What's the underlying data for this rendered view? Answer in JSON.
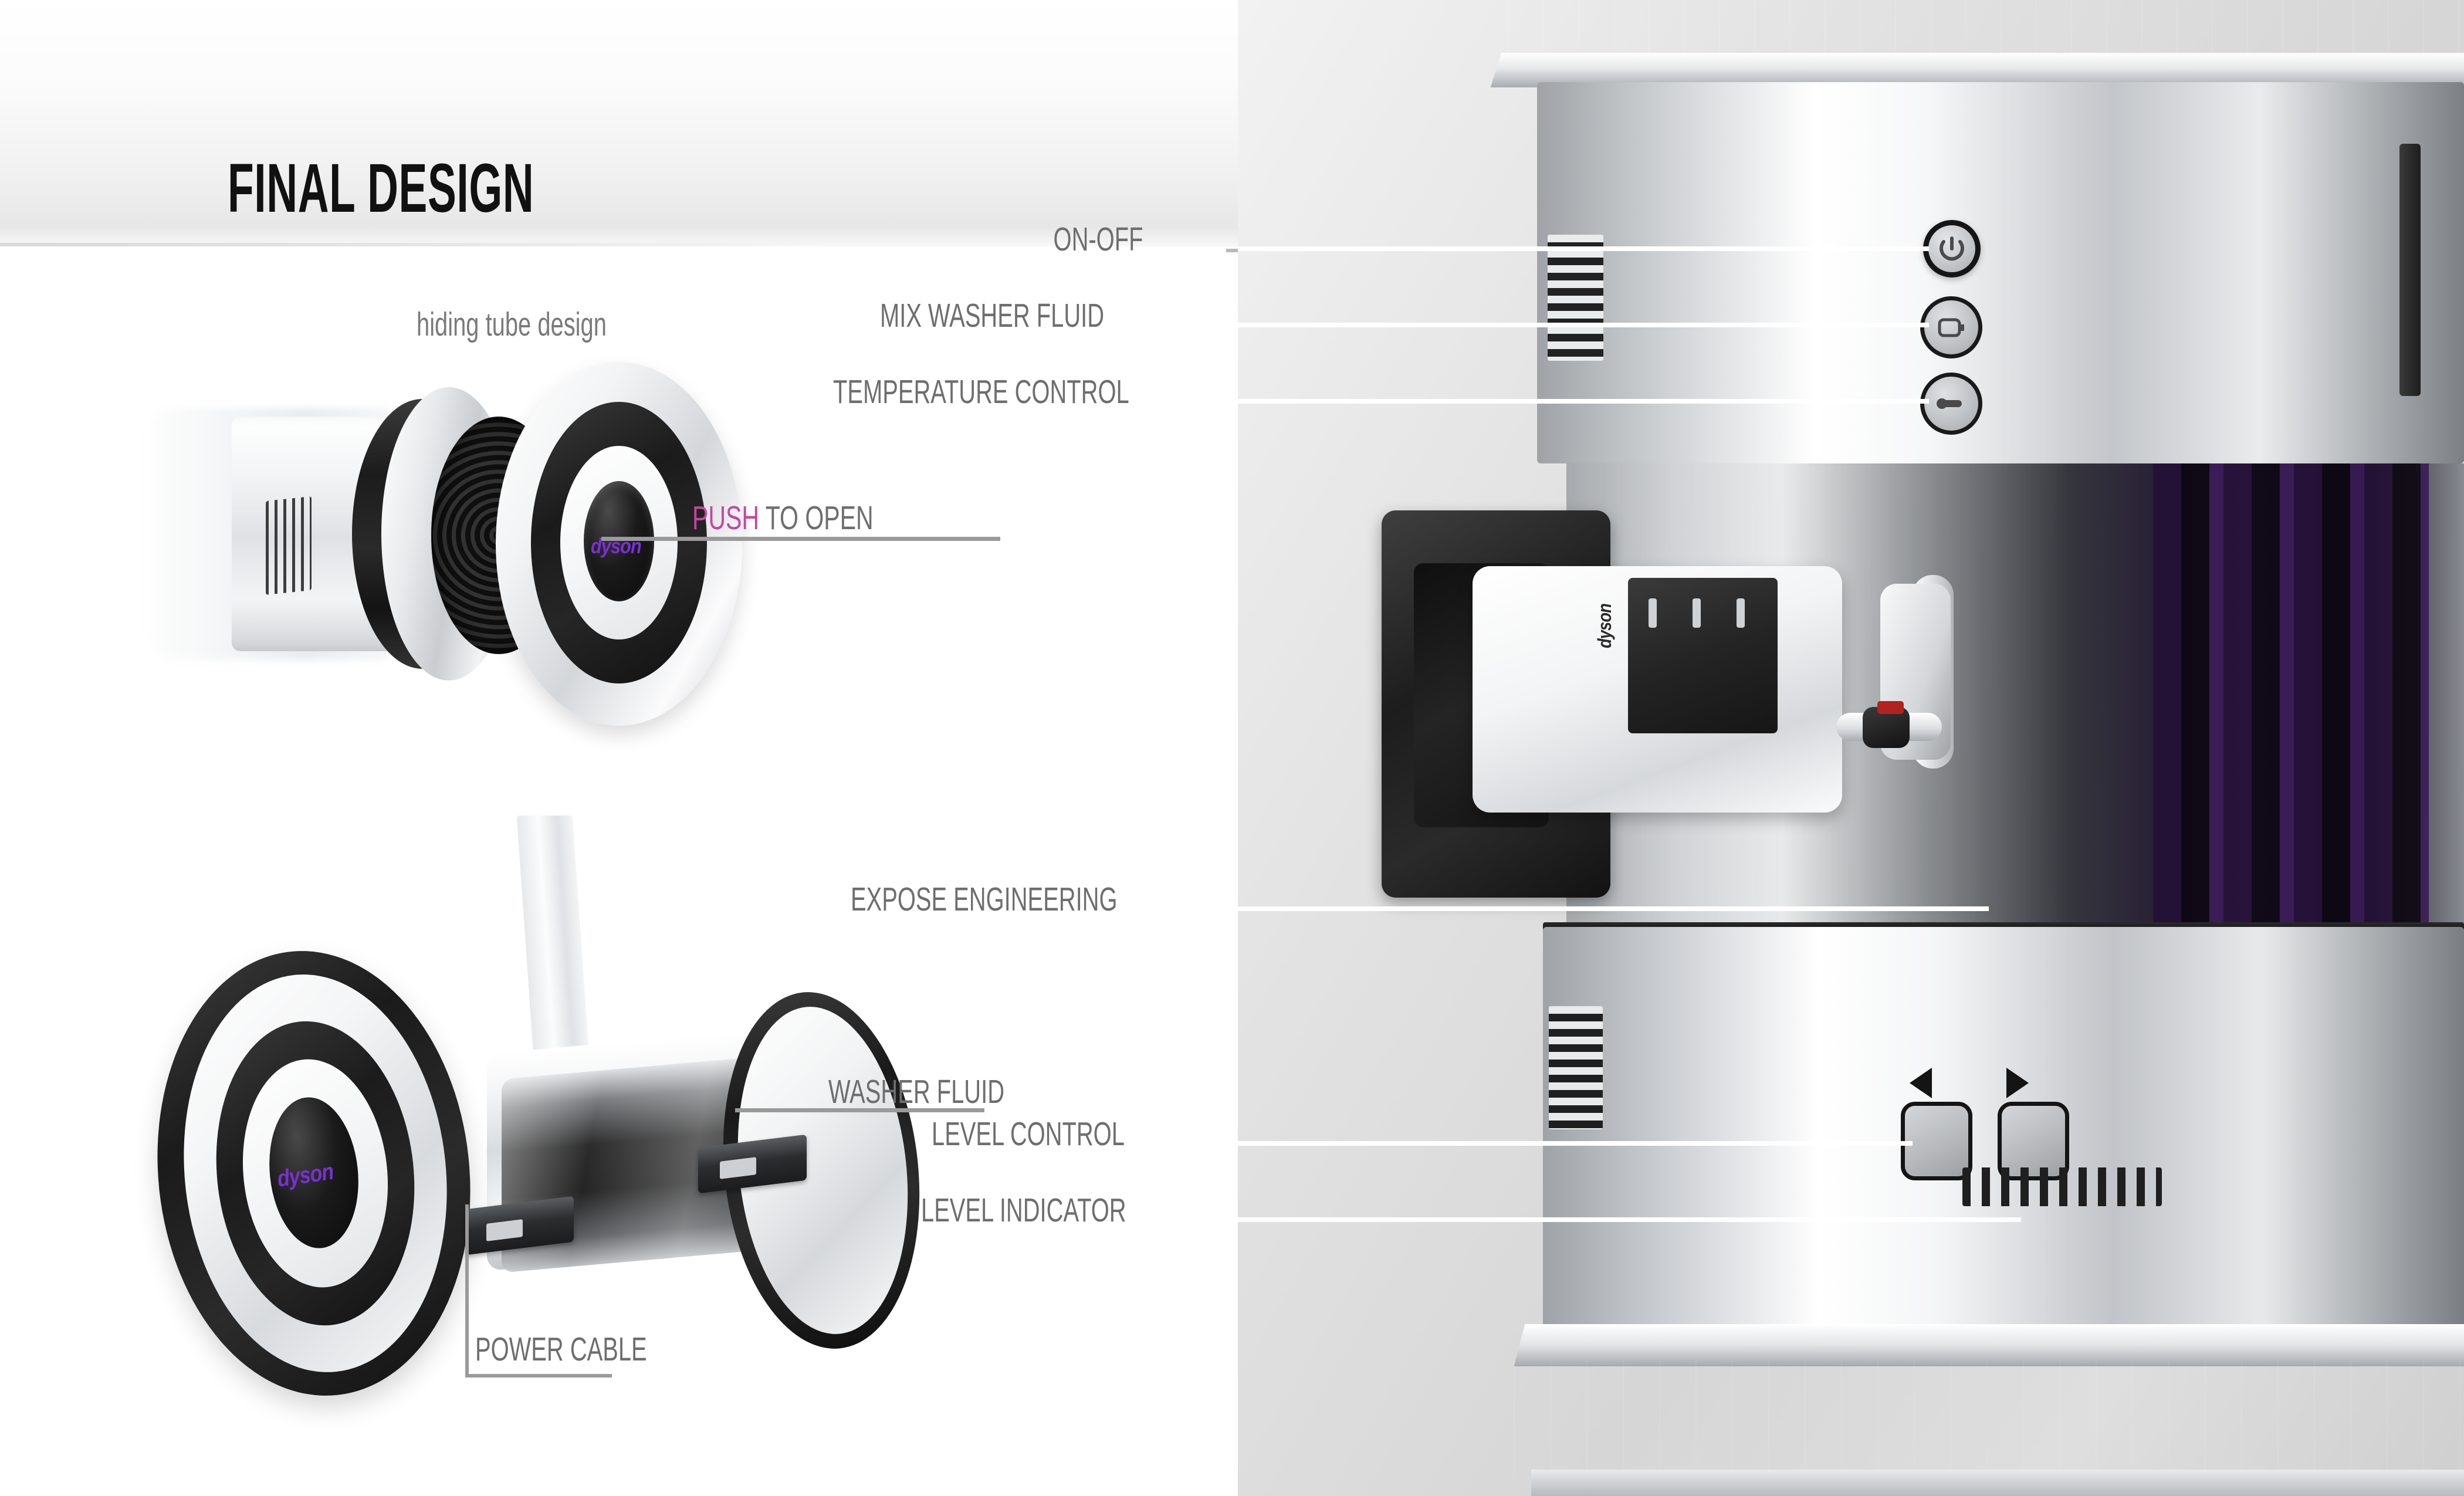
{
  "slide": {
    "title": "FINAL DESIGN",
    "brand_logo": "dyson",
    "brand_color": "#7B2FD4",
    "accent_color": "#C4479E",
    "label_color": "#6e6e6e"
  },
  "left_panel": {
    "render_top": {
      "caption": "hiding tube design",
      "callouts": [
        {
          "id": "push-to-open",
          "emphasis": "PUSH",
          "rest": " TO OPEN",
          "full": "PUSH TO OPEN"
        }
      ],
      "logo": "dyson"
    },
    "render_bottom": {
      "callouts": [
        {
          "id": "washer-fluid",
          "label": "WASHER FLUID"
        },
        {
          "id": "power-cable",
          "label": "POWER CABLE"
        }
      ],
      "logo": "dyson"
    }
  },
  "right_panel": {
    "callouts": [
      {
        "id": "on-off",
        "label": "ON-OFF",
        "icon": "power-icon"
      },
      {
        "id": "mix-washer-fluid",
        "label": "MIX WASHER FLUID",
        "icon": "bottle-icon"
      },
      {
        "id": "temperature-control",
        "label": "TEMPERATURE CONTROL",
        "icon": "thermometer-icon"
      },
      {
        "id": "expose-engineering",
        "label": "EXPOSE ENGINEERING",
        "icon": ""
      },
      {
        "id": "level-control",
        "label": "LEVEL CONTROL",
        "icon": "arrow-buttons-icon"
      },
      {
        "id": "level-indicator",
        "label": "LEVEL INDICATOR",
        "icon": "tick-scale-icon"
      }
    ],
    "mechanism_logo": "dyson",
    "level_control_arrows": {
      "decrease": "left-arrow-icon",
      "increase": "right-arrow-icon"
    }
  }
}
